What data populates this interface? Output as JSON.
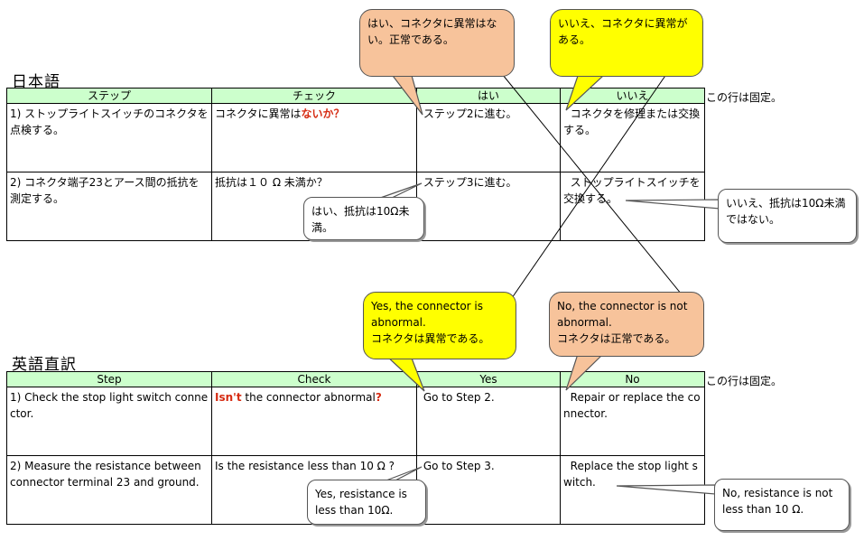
{
  "jp_section": {
    "title": "日本語",
    "headers": [
      "ステップ",
      "チェック",
      "はい",
      "いいえ"
    ],
    "fixed_note": "この行は固定。",
    "rows": [
      {
        "step": "1) ストップライトスイッチのコネクタを点検する。",
        "check_plain": "コネクタに異常は",
        "check_emphasis": "ないか？",
        "yes": " ステップ2に進む。",
        "no": "  コネクタを修理または交換する。"
      },
      {
        "step": "2) コネクタ端子23とアース間の抵抗を測定する。",
        "check": "抵抗は１０ Ω 未満か？",
        "yes": " ステップ3に進む。",
        "no": "  ストップライトスイッチを交換する。"
      }
    ]
  },
  "en_section": {
    "title": "英語直訳",
    "headers": [
      "Step",
      "Check",
      "Yes",
      "No"
    ],
    "fixed_note": "この行は固定。",
    "rows": [
      {
        "step": "1) Check the stop light switch connector.",
        "check_emphasis": "Isn't",
        "check_plain": " the connector abnormal",
        "check_q": "?",
        "yes": " Go to Step 2.",
        "no": "  Repair or replace the connector."
      },
      {
        "step": "2) Measure the resistance between connector terminal 23 and ground.",
        "check": "Is the resistance less than 10 Ω ?",
        "yes": " Go to Step 3.",
        "no": "  Replace the stop light switch."
      }
    ]
  },
  "callouts": {
    "jp_yes_top": "はい、コネクタに異常はない。正常である。",
    "jp_no_top": "いいえ、コネクタに異常がある。",
    "jp_yes_row2": "はい、抵抗は10Ω未満。",
    "jp_no_row2": "いいえ、抵抗は10Ω未満ではない。",
    "en_yes_top_line1": "Yes, the connector is abnormal.",
    "en_yes_top_line2": "コネクタは異常である。",
    "en_no_top_line1": "No, the connector is not abnormal.",
    "en_no_top_line2": "コネクタは正常である。",
    "en_yes_row2": "Yes, resistance is less than 10Ω.",
    "en_no_row2": "No, resistance is not less than 10 Ω."
  },
  "colors": {
    "header_bg": "#ccffcc",
    "callout_orange": "#f7c39b",
    "callout_yellow": "#ffff00",
    "emphasis_red": "#d62b12"
  }
}
